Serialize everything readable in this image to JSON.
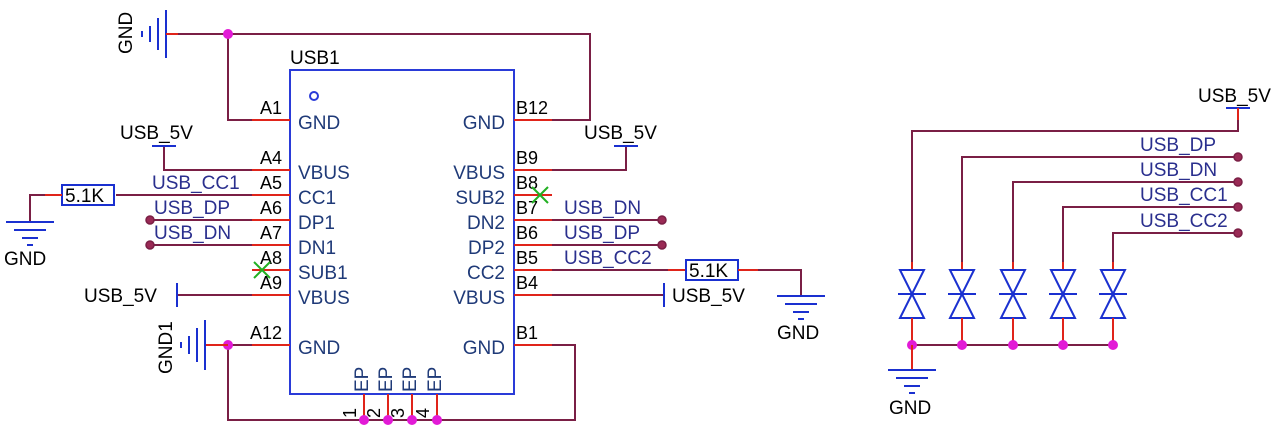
{
  "component": {
    "ref": "USB1",
    "left_pins": [
      {
        "num": "A1",
        "name": "GND"
      },
      {
        "num": "A4",
        "name": "VBUS"
      },
      {
        "num": "A5",
        "name": "CC1"
      },
      {
        "num": "A6",
        "name": "DP1"
      },
      {
        "num": "A7",
        "name": "DN1"
      },
      {
        "num": "A8",
        "name": "SUB1"
      },
      {
        "num": "A9",
        "name": "VBUS"
      },
      {
        "num": "A12",
        "name": "GND"
      }
    ],
    "right_pins": [
      {
        "num": "B12",
        "name": "GND"
      },
      {
        "num": "B9",
        "name": "VBUS"
      },
      {
        "num": "B8",
        "name": "SUB2"
      },
      {
        "num": "B7",
        "name": "DN2"
      },
      {
        "num": "B6",
        "name": "DP2"
      },
      {
        "num": "B5",
        "name": "CC2"
      },
      {
        "num": "B4",
        "name": "VBUS"
      },
      {
        "num": "B1",
        "name": "GND"
      }
    ],
    "bottom_pins": [
      {
        "num": "1",
        "name": "EP"
      },
      {
        "num": "2",
        "name": "EP"
      },
      {
        "num": "3",
        "name": "EP"
      },
      {
        "num": "4",
        "name": "EP"
      }
    ]
  },
  "symbols": {
    "gnd_top": "GND",
    "gnd1": "GND1",
    "gnd_left": "GND",
    "gnd_right": "GND",
    "gnd_tvs": "GND",
    "usb5v_a4": "USB_5V",
    "usb5v_a9": "USB_5V",
    "usb5v_b9": "USB_5V",
    "usb5v_b4": "USB_5V",
    "usb5v_tvs": "USB_5V"
  },
  "resistors": {
    "r_left": "5.1K",
    "r_right": "5.1K"
  },
  "nets": {
    "cc1": "USB_CC1",
    "dp_left": "USB_DP",
    "dn_left": "USB_DN",
    "dn_right": "USB_DN",
    "dp_right": "USB_DP",
    "cc2": "USB_CC2",
    "tvs_dp": "USB_DP",
    "tvs_dn": "USB_DN",
    "tvs_cc1": "USB_CC1",
    "tvs_cc2": "USB_CC2"
  },
  "colors": {
    "wire": "#7a1f45",
    "pin": "#e0241a",
    "symbol": "#1a30d0",
    "junction": "#e21ad6",
    "no_connect": "#22b022"
  }
}
